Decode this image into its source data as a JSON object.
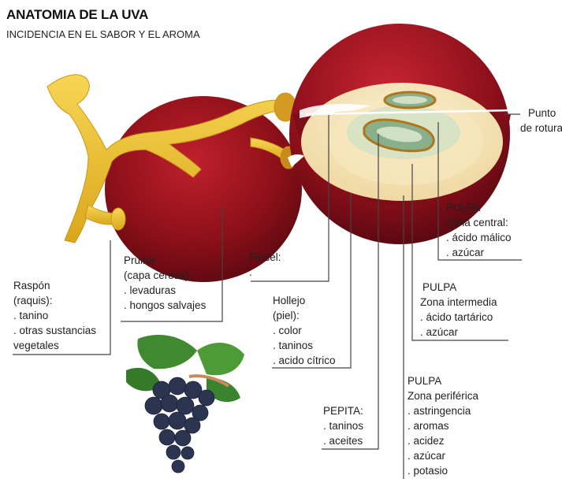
{
  "header": {
    "title": "ANATOMIA DE LA UVA",
    "subtitle": "INCIDENCIA EN EL SABOR Y EL AROMA"
  },
  "labels": {
    "punto_rotura": [
      "Punto",
      "de rotura"
    ],
    "pulpa_central": [
      "PULPA",
      "Zona central:",
      ". ácido málico",
      ". azúcar"
    ],
    "pincel": [
      "Pincel:",
      "."
    ],
    "pruina": [
      "Pruina",
      "(capa cerosa):",
      ". levaduras",
      ". hongos salvajes"
    ],
    "raspon": [
      "Raspón",
      "(raquis):",
      ". tanino",
      ". otras sustancias",
      "vegetales"
    ],
    "pulpa_intermedia": [
      "PULPA",
      "Zona intermedia",
      ". ácido tartárico",
      ". azúcar"
    ],
    "hollejo": [
      "Hollejo",
      "(piel):",
      ". color",
      ". taninos",
      ". acido cítrico"
    ],
    "pepita": [
      "PEPITA:",
      ". taninos",
      ". aceites"
    ],
    "pulpa_periferica": [
      "PULPA",
      "Zona periférica",
      ". astringencia",
      ". aromas",
      ". acidez",
      ". azúcar",
      ". potasio"
    ]
  },
  "colors": {
    "grape_dark": "#7a0c16",
    "grape_mid": "#a3131f",
    "flesh_outer": "#f6e3b4",
    "flesh_inner": "#cfe0c4",
    "stem": "#f2c431",
    "bunch": "#2c3550",
    "leaf": "#3f8a2e",
    "leader": "#444444"
  }
}
